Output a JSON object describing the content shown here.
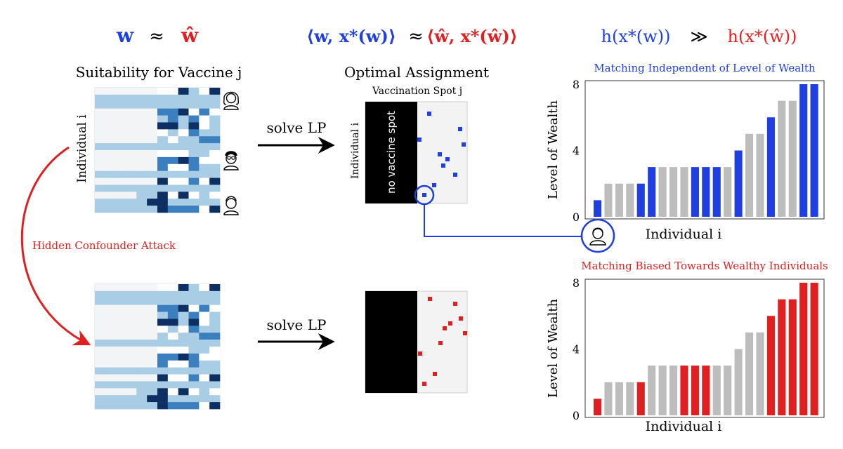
{
  "colors": {
    "blue": "#1f3fe0",
    "red": "#e02020",
    "gray": "#bdbdbd",
    "black": "#000000",
    "heat_light": "#a9cde5",
    "heat_pale": "#f2f4f6",
    "heat_mid": "#3b7fbf",
    "heat_dark": "#0d2f62"
  },
  "top_formulas": {
    "left": {
      "w": "w",
      "approx": "≈",
      "w_hat": "ŵ"
    },
    "middle": {
      "lhs": "⟨w, x*(w)⟩",
      "approx": "≈",
      "rhs": "⟨ŵ, x*(ŵ)⟩"
    },
    "right": {
      "lhs": "h(x*(w))",
      "gg": "≫",
      "rhs": "h(x*(ŵ))"
    }
  },
  "left_panel": {
    "title": "Suitability for Vaccine j",
    "ylabel": "Individual i",
    "person_icons": [
      "woman-avatar-icon",
      "glasses-man-avatar-icon",
      "man-avatar-icon"
    ]
  },
  "attack": {
    "label": "Hidden Confounder Attack"
  },
  "arrows": {
    "top_label": "solve LP",
    "bottom_label": "solve LP"
  },
  "middle_panel": {
    "title": "Optimal Assignment",
    "subtitle": "Vaccination Spot j",
    "ylabel": "Individual i",
    "no_spot_label": "no vaccine spot"
  },
  "chart_data": [
    {
      "type": "bar",
      "title": "Matching Independent of Level of Wealth",
      "xlabel": "Individual i",
      "ylabel": "Level of Wealth",
      "ylim": [
        0,
        8
      ],
      "yticks": [
        0,
        4,
        8
      ],
      "values": [
        1,
        2,
        2,
        2,
        2,
        3,
        3,
        3,
        3,
        3,
        3,
        3,
        3,
        4,
        5,
        5,
        6,
        7,
        7,
        8,
        8
      ],
      "highlight": [
        true,
        false,
        false,
        false,
        true,
        true,
        false,
        false,
        false,
        true,
        true,
        true,
        false,
        true,
        false,
        false,
        true,
        false,
        false,
        true,
        true
      ],
      "highlight_color": "#1f3fe0"
    },
    {
      "type": "bar",
      "title": "Matching Biased Towards Wealthy Individuals",
      "xlabel": "Individual i",
      "ylabel": "Level of Wealth",
      "ylim": [
        0,
        8
      ],
      "yticks": [
        0,
        4,
        8
      ],
      "values": [
        1,
        2,
        2,
        2,
        2,
        3,
        3,
        3,
        3,
        3,
        3,
        3,
        3,
        4,
        5,
        5,
        6,
        7,
        7,
        8,
        8
      ],
      "highlight": [
        true,
        false,
        false,
        false,
        true,
        false,
        false,
        false,
        true,
        true,
        true,
        false,
        false,
        false,
        false,
        false,
        true,
        true,
        true,
        true,
        true
      ],
      "highlight_color": "#e02020"
    }
  ]
}
